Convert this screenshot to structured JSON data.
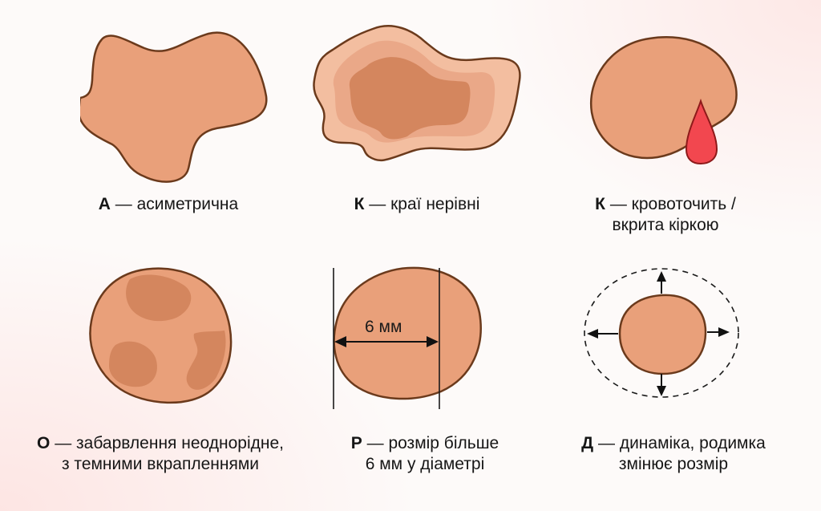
{
  "colors": {
    "skin": "#e9a07a",
    "outline": "#6b3a1c",
    "dark_spot": "#d4865e",
    "border_outer": "#f3bea0",
    "border_mid": "#eaa888",
    "blood": "#f2474f",
    "blood_outline": "#8e1a1a"
  },
  "panels": [
    {
      "id": "asymmetry",
      "letter": "А",
      "dash": " — ",
      "line1": "асиметрична",
      "line2": ""
    },
    {
      "id": "borders",
      "letter": "К",
      "dash": " — ",
      "line1": "краї нерівні",
      "line2": ""
    },
    {
      "id": "bleeding",
      "letter": "К",
      "dash": " — ",
      "line1": "кровоточить /",
      "line2": "вкрита кіркою"
    },
    {
      "id": "color",
      "letter": "О",
      "dash": " — ",
      "line1": "забарвлення неоднорідне,",
      "line2": "з темними вкрапленнями"
    },
    {
      "id": "size",
      "letter": "Р",
      "dash": " — ",
      "line1": "розмір більше",
      "line2": "6 мм у діаметрі"
    },
    {
      "id": "dynamics",
      "letter": "Д",
      "dash": " — ",
      "line1": "динаміка, родимка",
      "line2": "змінює розмір"
    }
  ],
  "size_measure": {
    "label": "6 мм"
  }
}
